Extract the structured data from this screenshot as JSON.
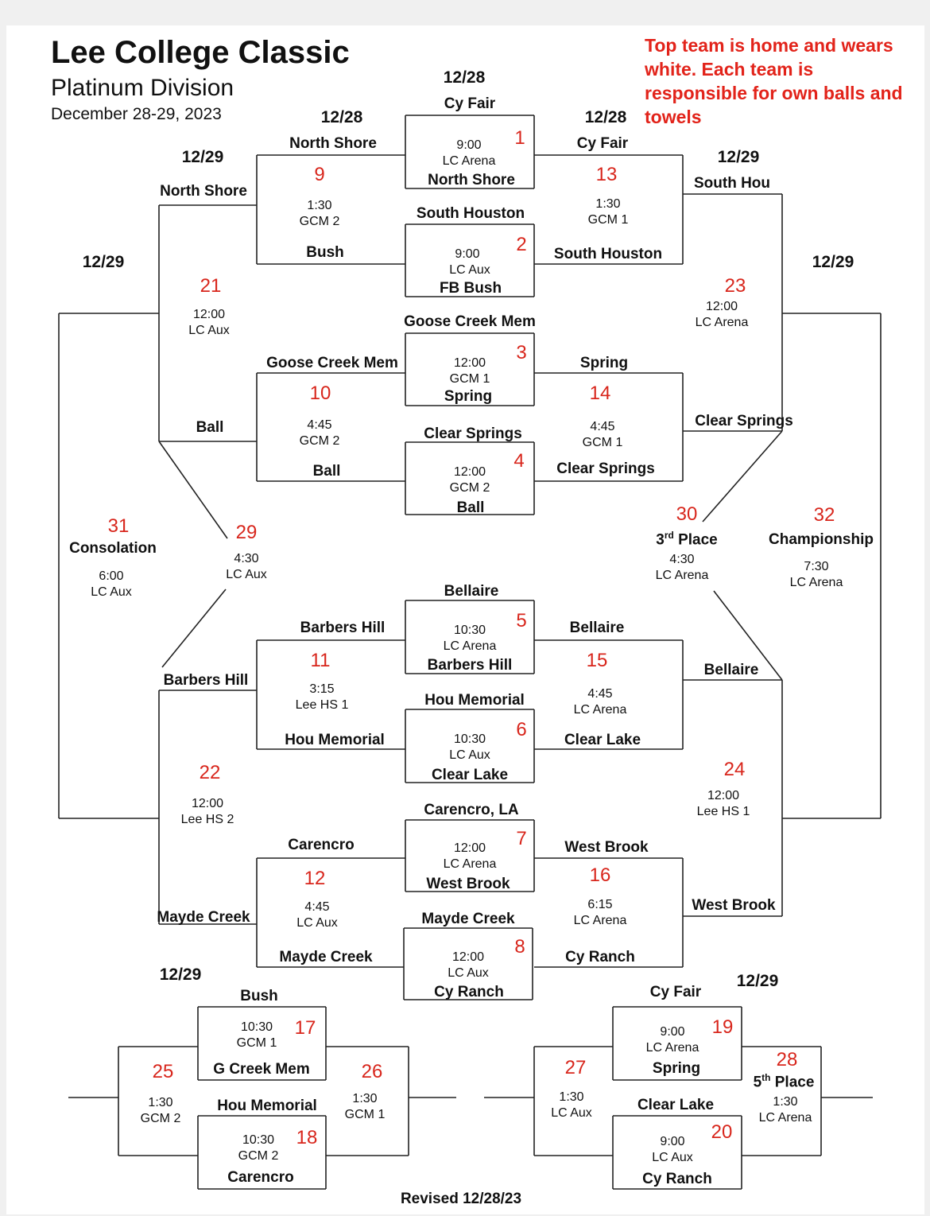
{
  "header": {
    "title": "Lee College Classic",
    "division": "Platinum Division",
    "dates": "December 28-29, 2023",
    "note": "Top team is home and wears white. Each team is responsible for own balls and towels"
  },
  "day_labels": {
    "dec28": "12/28",
    "dec29": "12/29"
  },
  "games": {
    "g1": {
      "num": "1",
      "time": "9:00",
      "venue": "LC Arena",
      "top": "Cy Fair",
      "bottom": "North Shore"
    },
    "g2": {
      "num": "2",
      "time": "9:00",
      "venue": "LC Aux",
      "top": "South Houston",
      "bottom": "FB Bush"
    },
    "g3": {
      "num": "3",
      "time": "12:00",
      "venue": "GCM 1",
      "top": "Goose Creek Mem",
      "bottom": "Spring"
    },
    "g4": {
      "num": "4",
      "time": "12:00",
      "venue": "GCM 2",
      "top": "Clear Springs",
      "bottom": "Ball"
    },
    "g5": {
      "num": "5",
      "time": "10:30",
      "venue": "LC Arena",
      "top": "Bellaire",
      "bottom": "Barbers Hill"
    },
    "g6": {
      "num": "6",
      "time": "10:30",
      "venue": "LC Aux",
      "top": "Hou Memorial",
      "bottom": "Clear Lake"
    },
    "g7": {
      "num": "7",
      "time": "12:00",
      "venue": "LC Arena",
      "top": "Carencro, LA",
      "bottom": "West Brook"
    },
    "g8": {
      "num": "8",
      "time": "12:00",
      "venue": "LC Aux",
      "top": "Mayde Creek",
      "bottom": "Cy Ranch"
    },
    "g9": {
      "num": "9",
      "time": "1:30",
      "venue": "GCM 2",
      "top": "North Shore",
      "bottom": "Bush"
    },
    "g10": {
      "num": "10",
      "time": "4:45",
      "venue": "GCM 2",
      "top": "Goose Creek Mem",
      "bottom": "Ball"
    },
    "g11": {
      "num": "11",
      "time": "3:15",
      "venue": "Lee HS 1",
      "top": "Barbers Hill",
      "bottom": "Hou Memorial"
    },
    "g12": {
      "num": "12",
      "time": "4:45",
      "venue": "LC Aux",
      "top": "Carencro",
      "bottom": "Mayde Creek"
    },
    "g13": {
      "num": "13",
      "time": "1:30",
      "venue": "GCM 1",
      "top": "Cy Fair",
      "bottom": "South Houston"
    },
    "g14": {
      "num": "14",
      "time": "4:45",
      "venue": "GCM 1",
      "top": "Spring",
      "bottom": "Clear Springs"
    },
    "g15": {
      "num": "15",
      "time": "4:45",
      "venue": "LC Arena",
      "top": "Bellaire",
      "bottom": "Clear Lake"
    },
    "g16": {
      "num": "16",
      "time": "6:15",
      "venue": "LC Arena",
      "top": "West Brook",
      "bottom": "Cy Ranch"
    },
    "g17": {
      "num": "17",
      "time": "10:30",
      "venue": "GCM 1",
      "top": "Bush",
      "bottom": "G Creek Mem"
    },
    "g18": {
      "num": "18",
      "time": "10:30",
      "venue": "GCM 2",
      "top": "Hou Memorial",
      "bottom": "Carencro"
    },
    "g19": {
      "num": "19",
      "time": "9:00",
      "venue": "LC Arena",
      "top": "Cy Fair",
      "bottom": "Spring"
    },
    "g20": {
      "num": "20",
      "time": "9:00",
      "venue": "LC Aux",
      "top": "Clear Lake",
      "bottom": "Cy Ranch"
    },
    "g21": {
      "num": "21",
      "time": "12:00",
      "venue": "LC Aux",
      "top": "North Shore",
      "bottom": "Ball"
    },
    "g22": {
      "num": "22",
      "time": "12:00",
      "venue": "Lee HS 2",
      "top": "Barbers Hill",
      "bottom": "Mayde Creek"
    },
    "g23": {
      "num": "23",
      "time": "12:00",
      "venue": "LC Arena",
      "top": "South Hou",
      "bottom": "Clear Springs"
    },
    "g24": {
      "num": "24",
      "time": "12:00",
      "venue": "Lee HS 1",
      "top": "Bellaire",
      "bottom": "West Brook"
    },
    "g25": {
      "num": "25",
      "time": "1:30",
      "venue": "GCM 2"
    },
    "g26": {
      "num": "26",
      "time": "1:30",
      "venue": "GCM 1"
    },
    "g27": {
      "num": "27",
      "time": "1:30",
      "venue": "LC Aux"
    },
    "g28": {
      "num": "28",
      "time": "1:30",
      "venue": "LC Arena",
      "label_main": "5",
      "label_sup": "th",
      "label_rest": " Place"
    },
    "g29": {
      "num": "29",
      "time": "4:30",
      "venue": "LC Aux"
    },
    "g30": {
      "num": "30",
      "time": "4:30",
      "venue": "LC Arena",
      "label_main": "3",
      "label_sup": "rd",
      "label_rest": " Place"
    },
    "g31": {
      "num": "31",
      "time": "6:00",
      "venue": "LC Aux",
      "label": "Consolation"
    },
    "g32": {
      "num": "32",
      "time": "7:30",
      "venue": "LC Arena",
      "label": "Championship"
    }
  },
  "footer": {
    "revised": "Revised 12/28/23"
  }
}
